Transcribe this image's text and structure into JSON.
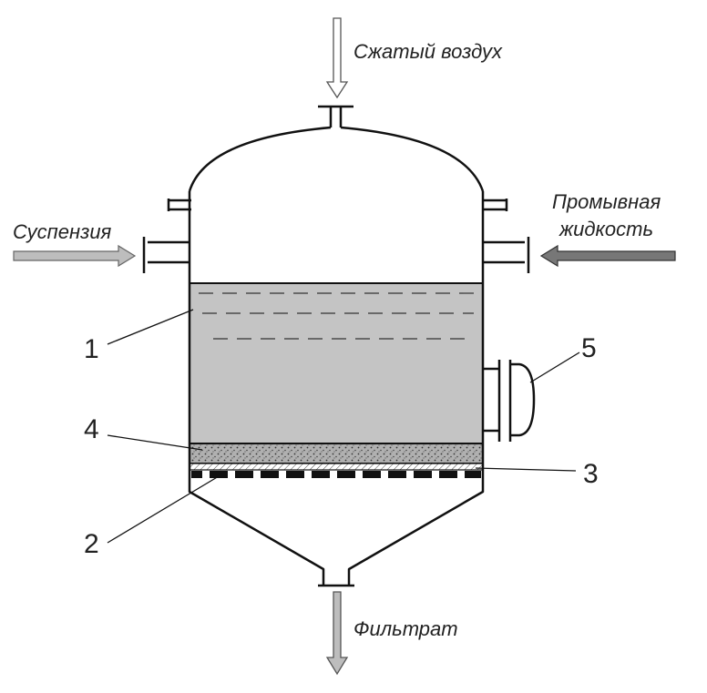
{
  "labels": {
    "compressed_air": "Сжатый воздух",
    "suspension": "Суспензия",
    "wash_liquid_line1": "Промывная",
    "wash_liquid_line2": "жидкость",
    "filtrate": "Фильтрат"
  },
  "callouts": {
    "n1": "1",
    "n2": "2",
    "n3": "3",
    "n4": "4",
    "n5": "5"
  },
  "colors": {
    "liquid": "#c4c4c4",
    "filter_cake": "#a8a8a8",
    "arrow_light": "#bdbdbd",
    "arrow_dark": "#777777",
    "outline": "#111111"
  }
}
